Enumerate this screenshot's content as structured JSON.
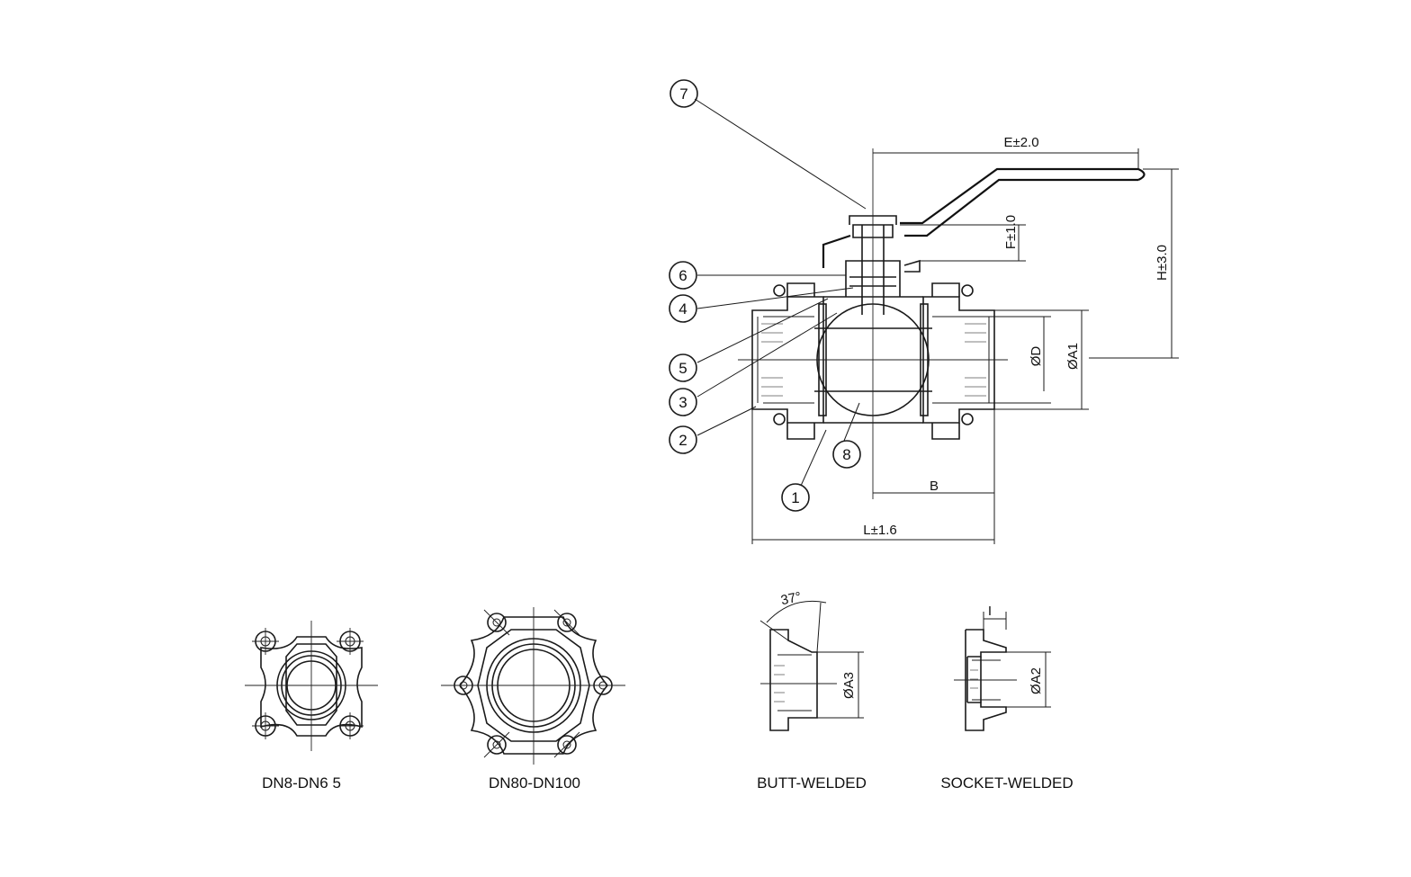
{
  "main_view": {
    "parts": [
      "1",
      "2",
      "3",
      "4",
      "5",
      "6",
      "7",
      "8"
    ],
    "dimensions": {
      "E": "E±2.0",
      "F": "F±1.0",
      "H": "H±3.0",
      "D": "ØD",
      "A1": "ØA1",
      "B": "B",
      "L": "L±1.6"
    }
  },
  "end_views": [
    {
      "caption": "DN8-DN6 5"
    },
    {
      "caption": "DN80-DN100"
    }
  ],
  "end_types": [
    {
      "caption": "BUTT-WELDED",
      "angle": "37°",
      "dia": "ØA3"
    },
    {
      "caption": "SOCKET-WELDED",
      "depth": "I",
      "dia": "ØA2"
    }
  ]
}
